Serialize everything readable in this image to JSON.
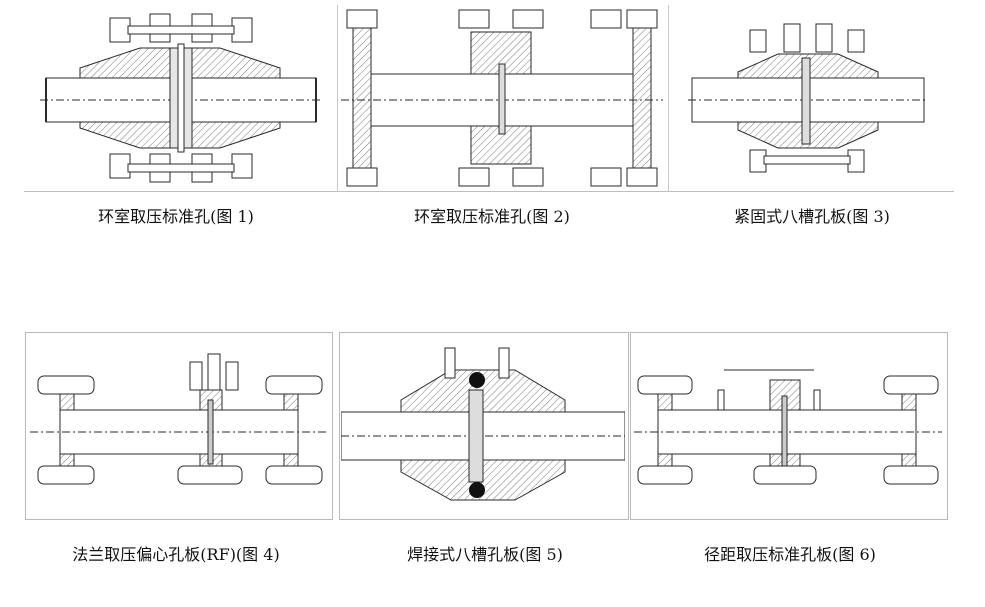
{
  "figures": [
    {
      "caption": "环室取压标准孔(图 1)"
    },
    {
      "caption": "环室取压标准孔(图 2)"
    },
    {
      "caption": "紧固式八槽孔板(图 3)"
    },
    {
      "caption": "法兰取压偏心孔板(RF)(图 4)"
    },
    {
      "caption": "焊接式八槽孔板(图 5)"
    },
    {
      "caption": "径距取压标准孔板(图 6)"
    }
  ],
  "colors": {
    "line": "#2a2a2a",
    "hatch": "#7a7a7a",
    "frame": "#b9b9b9"
  },
  "icons": [
    "flange-assembly-icon",
    "bolt-icon",
    "nut-icon",
    "orifice-plate-icon"
  ]
}
